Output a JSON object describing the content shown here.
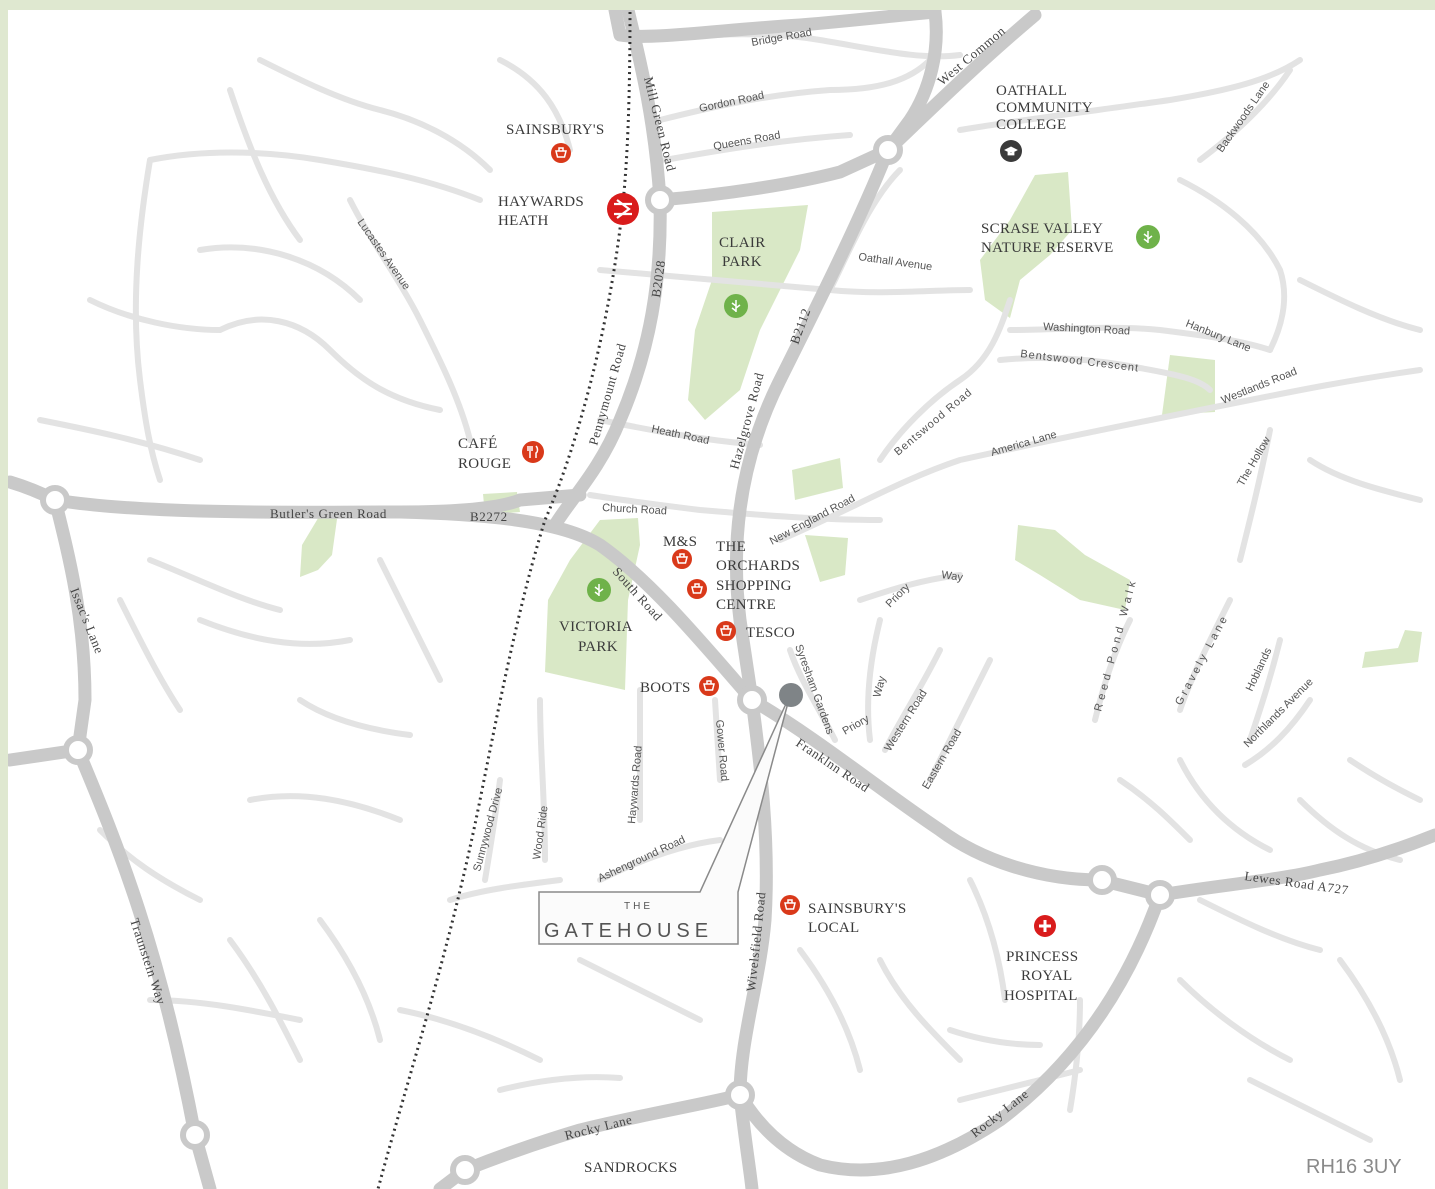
{
  "colors": {
    "border": "#dfe8d0",
    "minor_road": "#e3e3e3",
    "major_road": "#c9c9c9",
    "park": "#d9e8c6",
    "retail_icon": "#d9391a",
    "park_icon": "#6fb24a",
    "rail_icon": "#d91c1c",
    "school_icon": "#3a3a3a",
    "hospital_icon": "#d91c1c",
    "site_marker": "#7f8487"
  },
  "postcode": "RH16 3UY",
  "development": {
    "line1": "THE",
    "line2": "GATEHOUSE"
  },
  "places": {
    "sainsburys": "SAINSBURY'S",
    "haywards_heath_1": "HAYWARDS",
    "haywards_heath_2": "HEATH",
    "cafe_rouge_1": "CAFÉ",
    "cafe_rouge_2": "ROUGE",
    "clair_park_1": "CLAIR",
    "clair_park_2": "PARK",
    "oathall_1": "OATHALL",
    "oathall_2": "COMMUNITY",
    "oathall_3": "COLLEGE",
    "scrase_1": "SCRASE VALLEY",
    "scrase_2": "NATURE RESERVE",
    "ms": "M&S",
    "orchards_1": "THE",
    "orchards_2": "ORCHARDS",
    "orchards_3": "SHOPPING",
    "orchards_4": "CENTRE",
    "tesco": "TESCO",
    "victoria_park_1": "VICTORIA",
    "victoria_park_2": "PARK",
    "boots": "BOOTS",
    "sainsburys_local_1": "SAINSBURY'S",
    "sainsburys_local_2": "LOCAL",
    "hospital_1": "PRINCESS",
    "hospital_2": "ROYAL",
    "hospital_3": "HOSPITAL",
    "sandrocks": "SANDROCKS"
  },
  "roads": {
    "bridge_road": "Bridge Road",
    "gordon_road": "Gordon Road",
    "queens_road": "Queens Road",
    "mill_green_road": "Mill Green Road",
    "west_common": "West Common",
    "backwoods_lane": "Backwoods Lane",
    "lucastes_avenue": "Lucastes Avenue",
    "b2028": "B2028",
    "pennymount_road": "Pennymount Road",
    "oathall_avenue": "Oathall Avenue",
    "b2112": "B2112",
    "hazelgrove_road": "Hazelgrove Road",
    "washington_road": "Washington Road",
    "hanbury_lane": "Hanbury Lane",
    "bentswood_crescent": "Bentswood Crescent",
    "westlands_road": "Westlands Road",
    "bentswood_road": "Bentswood Road",
    "heath_road": "Heath Road",
    "america_lane": "America Lane",
    "the_hollow": "The Hollow",
    "butlers_green_road": "Butler's Green Road",
    "b2272": "B2272",
    "church_road": "Church Road",
    "new_england_road": "New England Road",
    "south_road": "South Road",
    "priory": "Priory",
    "way": "Way",
    "reed_pond_walk": "Reed Pond Walk",
    "gravely_lane": "Gravely Lane",
    "hoblands": "Hoblands",
    "northlands_avenue": "Northlands Avenue",
    "issacs_lane": "Issac's Lane",
    "syresham_gardens": "Syresham Gardens",
    "priory_way": "Priory Way",
    "western_road": "Western Road",
    "eastern_road": "Eastern Road",
    "franklnn_road": "Franklnn Road",
    "haywards_road": "Haywards Road",
    "gower_road": "Gower Road",
    "sunnywood_drive": "Sunnywood Drive",
    "wood_ride": "Wood Ride",
    "ashenground_road": "Ashenground Road",
    "wivelsfield_road": "Wivelsfield Road",
    "lewes_road": "Lewes Road A727",
    "traunstein_way": "Traunstein Way",
    "rocky_lane": "Rocky Lane"
  }
}
